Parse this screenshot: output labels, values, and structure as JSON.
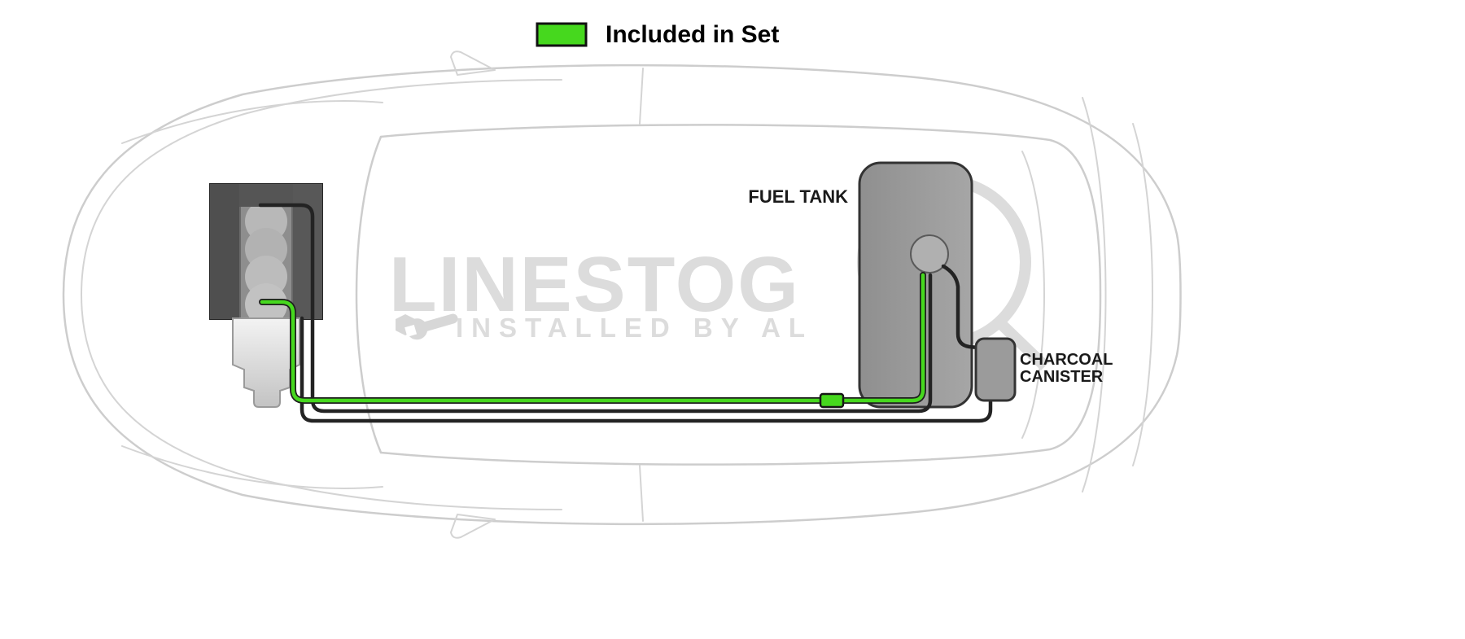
{
  "legend": {
    "label": "Included in Set",
    "included_color": "#46d81e"
  },
  "labels": {
    "fuel_tank": "FUEL TANK",
    "charcoal_line1": "CHARCOAL",
    "charcoal_line2": "CANISTER"
  },
  "watermark": {
    "brand": "LINESTOG",
    "tagline": "INSTALLED BY AL"
  },
  "colors": {
    "included_line": "#46d81e",
    "other_line": "#232323",
    "component_fill": "#9b9b9b",
    "car_outline": "#cdcdcd",
    "watermark": "#dcdcdc"
  },
  "diagram": {
    "type": "fuel-line-routing-top-view",
    "components": [
      "engine",
      "transmission",
      "fuel-tank",
      "fuel-pump",
      "charcoal-canister",
      "fuel-line-included-in-set",
      "return-vapor-lines",
      "inline-connector"
    ]
  }
}
